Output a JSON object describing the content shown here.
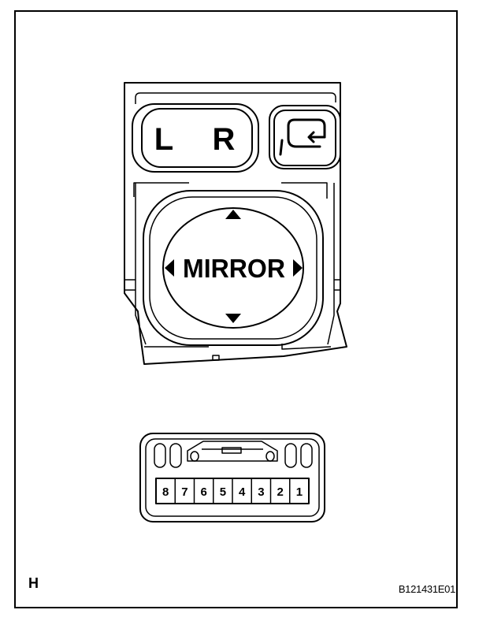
{
  "switch": {
    "left_key": "L",
    "right_key": "R",
    "center_label": "MIRROR",
    "retract_icon": "mirror-retract-icon",
    "arrows": [
      "arrow-up-icon",
      "arrow-down-icon",
      "arrow-left-icon",
      "arrow-right-icon"
    ]
  },
  "connector": {
    "pins": [
      "8",
      "7",
      "6",
      "5",
      "4",
      "3",
      "2",
      "1"
    ]
  },
  "footer": {
    "corner_letter": "H",
    "figure_code": "B121431E01"
  },
  "colors": {
    "line": "#000000",
    "background": "#ffffff"
  }
}
